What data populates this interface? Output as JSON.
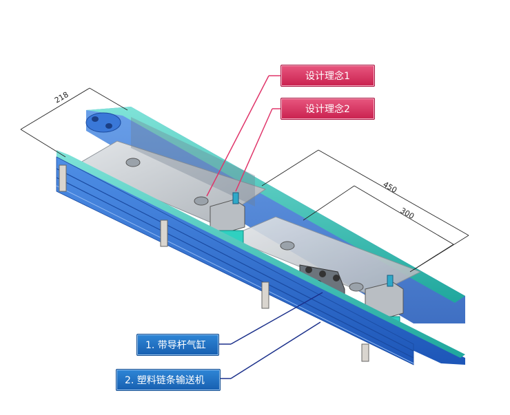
{
  "callouts": {
    "design_concept_1": "设计理念1",
    "design_concept_2": "设计理念2",
    "guided_cylinder": "1. 带导杆气缸",
    "plastic_chain_conveyor": "2. 塑料链条输送机"
  },
  "dimensions": {
    "width": "218",
    "length_total": "450",
    "length_inner": "300"
  },
  "colors": {
    "frame_blue": "#2f6fd0",
    "rail_teal": "#2bbfb3",
    "plate_gray": "#c8ccd0",
    "pink_label": "#d2305c",
    "blue_label": "#1f6dc0",
    "pink_leader": "#e0356a",
    "blue_leader": "#1a2f8a"
  }
}
